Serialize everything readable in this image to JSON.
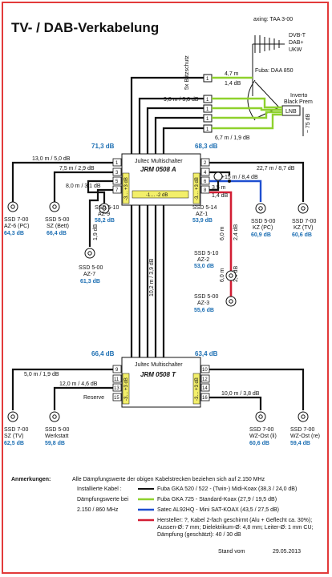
{
  "title": "TV- / DAB-Verkabelung",
  "antenna": {
    "axing": "axing: TAA 3-00",
    "bands": [
      "DVB-T",
      "DAB+",
      "UKW"
    ],
    "fuba": "Fuba: DAA 850",
    "blitzschutz": "5x Blitzschutz",
    "inverto": [
      "Inverto",
      "Black Prem"
    ],
    "lnb": "LNB",
    "approx": "~ 75 dB"
  },
  "cable_labels": {
    "c1": "4,7 m",
    "c1db": "1,4 dB",
    "c2": "9,8 m / 3,8 dB",
    "c3": "6,7 m / 1,9 dB"
  },
  "switch_a": {
    "brand": "Jultec Multischalter",
    "model": "JRM 0508 A",
    "level_left": "71,3 dB",
    "level_right": "68,3 dB",
    "mid_label": "-1… -2 dB",
    "side_label": "-3… +3 dB",
    "ports_left": [
      "1",
      "3",
      "5",
      "7"
    ],
    "ports_right": [
      "2",
      "4",
      "6",
      "8"
    ]
  },
  "switch_t": {
    "brand": "Jultec Multischalter",
    "model": "JRM 0508 T",
    "level_left": "66,4 dB",
    "level_right": "63,4 dB",
    "side_label": "-3… +3 dB",
    "ports_left": [
      "9",
      "11",
      "13",
      "15"
    ],
    "ports_right": [
      "10",
      "12",
      "14",
      "16"
    ],
    "reserve": "Reserve"
  },
  "link_labels": {
    "l1": "13,0 m / 5,0 dB",
    "l2": "7,5 m / 2,9 dB",
    "l3": "8,0 m / 3,1 dB",
    "l4": "1,9 dB",
    "r1": "22,7 m / 8,7 dB",
    "r2": "5+15 m / 8,4 dB",
    "r3": "3,5 m",
    "r3b": "1,4 dB",
    "r4a": "6,0 m",
    "r4b": "2,4 dB",
    "r5a": "6,0 m",
    "r5b": "2,4 dB",
    "trunk": "10,2 m / 3,9 dB",
    "b1": "5,0 m / 1,9 dB",
    "b2": "12,0 m / 4,6 dB",
    "b3": "10,0 m / 3,8 dB"
  },
  "outlets": {
    "az6": {
      "type": "SSD 7-00",
      "name": "AZ-6 (PC)",
      "level": "64,3 dB"
    },
    "sz_bett": {
      "type": "SSD 5-00",
      "name": "SZ (Bett)",
      "level": "66,4 dB"
    },
    "az9": {
      "type": "SSD 5-10",
      "name": "AZ-9",
      "level": "58,2 dB"
    },
    "az7": {
      "type": "SSD 5-00",
      "name": "AZ-7",
      "level": "61,3 dB"
    },
    "az1": {
      "type": "SSD 5-14",
      "name": "AZ-1",
      "level": "53,9 dB"
    },
    "kz_pc": {
      "type": "SSD 5-00",
      "name": "KZ (PC)",
      "level": "60,9 dB"
    },
    "kz_tv": {
      "type": "SSD 7-00",
      "name": "KZ (TV)",
      "level": "60,6 dB"
    },
    "az2": {
      "type": "SSD 5-10",
      "name": "AZ-2",
      "level": "53,0 dB"
    },
    "az3": {
      "type": "SSD 5-00",
      "name": "AZ-3",
      "level": "55,6 dB"
    },
    "sz_tv": {
      "type": "SSD 7-00",
      "name": "SZ (TV)",
      "level": "62,5 dB"
    },
    "werkstatt": {
      "type": "SSD 5-00",
      "name": "Werkstatt",
      "level": "59,8 dB"
    },
    "wz_li": {
      "type": "SSD 7-00",
      "name": "WZ-Ost (li)",
      "level": "60,6 dB"
    },
    "wz_re": {
      "type": "SSD 7-00",
      "name": "WZ-Ost (re)",
      "level": "59,4 dB"
    }
  },
  "notes": {
    "heading": "Anmerkungen:",
    "intro": "Alle Dämpfungswerte der obigen Kabelstrecken beziehen sich auf 2.150 MHz",
    "label1": "Installierte Kabel :",
    "label2": "Dämpfungswerte bei",
    "label3": "2.150 / 860 MHz",
    "legend": [
      {
        "color": "#111111",
        "text": "Fuba GKA 520 / 522 - (Twin-) Midi-Koax (38,3 / 24,0 dB)"
      },
      {
        "color": "#8fd12d",
        "text": "Fuba GKA 725 - Standard-Koax (27,9 / 19,5 dB)"
      },
      {
        "color": "#1f4fd0",
        "text": "Satec AL92HQ - Mini SAT-KOAX (43,5 / 27,5 dB)"
      },
      {
        "color": "#d21e34",
        "text": "Hersteller: ?, Kabel 2-fach geschirmt (Alu + Geflecht ca. 30%);"
      }
    ],
    "red_extra": [
      "Aussen-Ø: 7 mm; Dielektrikum-Ø: 4,8 mm; Leiter-Ø: 1 mm CU;",
      "Dämpfung (geschätzt): 40 / 30 dB"
    ],
    "stand_label": "Stand vom",
    "stand_date": "29.05.2013"
  }
}
